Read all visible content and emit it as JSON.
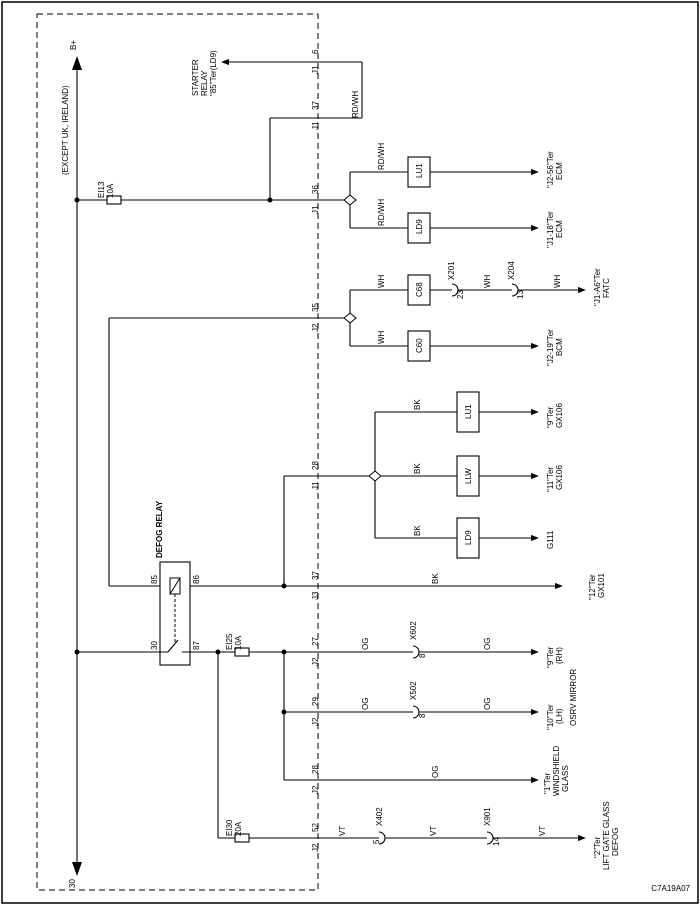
{
  "diagram": {
    "code": "C7A19A07",
    "region_note": "(EXCEPT UK, IRELAND)",
    "b_plus": "B+",
    "ground_30": "30",
    "relay": {
      "name": "DEFOG RELAY",
      "pins": [
        "85",
        "86",
        "30",
        "87"
      ]
    },
    "fuses": [
      {
        "id": "EI13",
        "amps": "10A"
      },
      {
        "id": "EI25",
        "amps": "10A"
      },
      {
        "id": "EI30",
        "amps": "20A"
      }
    ],
    "connectors": [
      {
        "conn": "J1",
        "pin": "6"
      },
      {
        "conn": "J1",
        "pin": "37"
      },
      {
        "conn": "J1",
        "pin": "36"
      },
      {
        "conn": "J2",
        "pin": "35"
      },
      {
        "conn": "J1",
        "pin": "28"
      },
      {
        "conn": "J3",
        "pin": "37"
      },
      {
        "conn": "J2",
        "pin": "27"
      },
      {
        "conn": "J2",
        "pin": "29"
      },
      {
        "conn": "J2",
        "pin": "28"
      },
      {
        "conn": "J2",
        "pin": "52"
      }
    ],
    "wire_colors": {
      "rdwh": "RD/WH",
      "wh": "WH",
      "bk": "BK",
      "og": "OG",
      "vt": "VT"
    },
    "components": [
      "LU1",
      "LD9",
      "C68",
      "C60",
      "LU1",
      "LLW",
      "LD9"
    ],
    "junctions": [
      {
        "id": "X201",
        "pin": "23"
      },
      {
        "id": "X204",
        "pin": "13"
      },
      {
        "id": "X602",
        "pin": "8"
      },
      {
        "id": "X502",
        "pin": "8"
      },
      {
        "id": "X402",
        "pin": "5"
      },
      {
        "id": "X901",
        "pin": "14"
      }
    ],
    "destinations": {
      "starter": [
        "STARTER",
        "RELAY",
        "\"85\"Ter(LD9)"
      ],
      "ecm1": [
        "\"J2-56\"Ter",
        "ECM"
      ],
      "ecm2": [
        "\"J1-18\"Ter",
        "ECM"
      ],
      "fatc": [
        "\"J1-A6\"Ter",
        "FATC"
      ],
      "bcm": [
        "\"J2-19\"Ter",
        "BCM"
      ],
      "gx106a": [
        "\"9\"Ter",
        "GX106"
      ],
      "gx106b": [
        "\"11\"Ter",
        "GX106"
      ],
      "g111": [
        "G111"
      ],
      "gx101": [
        "\"12\"Ter",
        "GX101"
      ],
      "osrv_rh": [
        "\"9\"Ter",
        "(RH)"
      ],
      "osrv_title": "OSRV MIRROR",
      "osrv_lh": [
        "\"10\"Ter",
        "(LH)"
      ],
      "windshield": [
        "\"1\"Ter",
        "WINDSHIELD",
        "GLASS"
      ],
      "liftgate": [
        "\"2\"Ter",
        "LIFT GATE GLASS",
        "DEFOG"
      ]
    }
  }
}
